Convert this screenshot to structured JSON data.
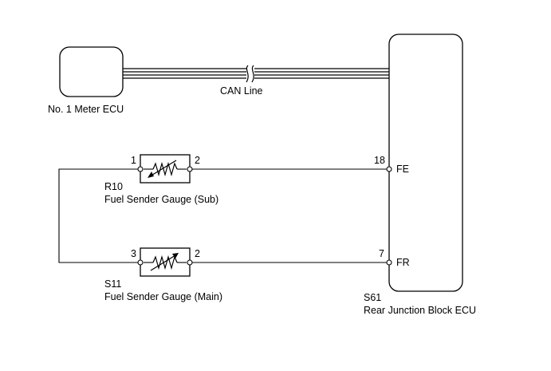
{
  "meter_ecu": {
    "label": "No. 1 Meter ECU"
  },
  "can_line": {
    "label": "CAN Line"
  },
  "junction_ecu": {
    "code": "S61",
    "name": "Rear Junction Block ECU",
    "pin_fe_number": "18",
    "pin_fe_name": "FE",
    "pin_fr_number": "7",
    "pin_fr_name": "FR"
  },
  "sender_sub": {
    "code": "R10",
    "name": "Fuel Sender Gauge (Sub)",
    "pin_left": "1",
    "pin_right": "2"
  },
  "sender_main": {
    "code": "S11",
    "name": "Fuel Sender Gauge (Main)",
    "pin_left": "3",
    "pin_right": "2"
  }
}
